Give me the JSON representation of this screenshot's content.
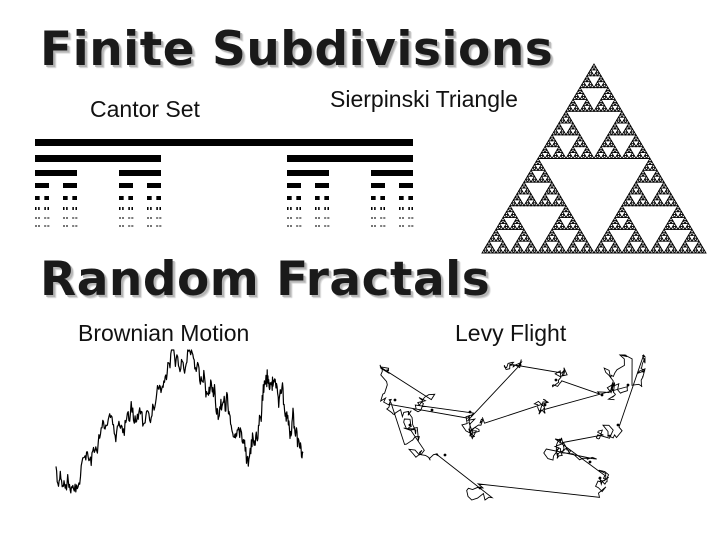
{
  "titles": {
    "finite": "Finite Subdivisions",
    "random": "Random Fractals"
  },
  "labels": {
    "cantor": "Cantor Set",
    "sierpinski": "Sierpinski Triangle",
    "brownian": "Brownian Motion",
    "levy": "Levy Flight"
  },
  "colors": {
    "ink": "#000000",
    "background": "#ffffff",
    "heading_shadow": "#b5b5b5"
  },
  "cantor_levels": 6,
  "sierpinski_depth": 6
}
